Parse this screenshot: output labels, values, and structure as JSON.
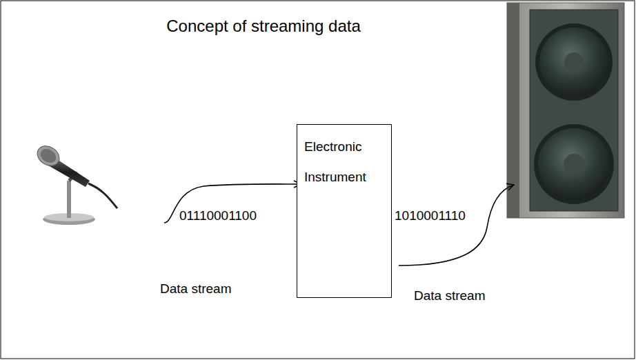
{
  "diagram": {
    "title": "Concept of streaming data",
    "nodes": [
      {
        "text": [
          "Electronic Instrument"
        ]
      }
    ],
    "edges": [],
    "labels": [
      "01110001100",
      "1010001110",
      "Data stream",
      "Data stream"
    ]
  }
}
